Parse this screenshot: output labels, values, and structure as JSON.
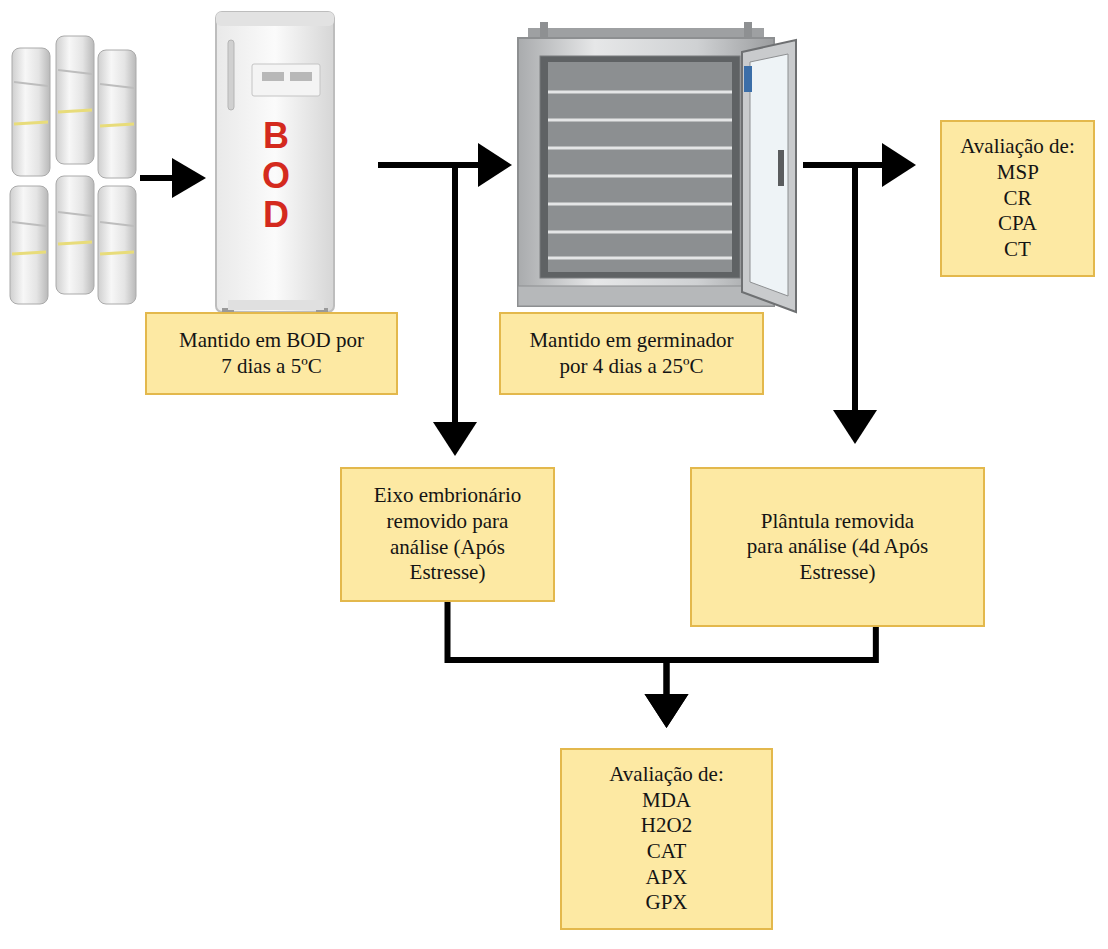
{
  "diagram": {
    "nodes": [
      {
        "text": [
          "Mantido em BOD por 7 dias a 5ºC"
        ]
      },
      {
        "text": [
          "Mantido em germinador por 4 dias a 25ºC"
        ]
      },
      {
        "text": [
          "Avaliação de:",
          "MSP CR CPA CT"
        ]
      },
      {
        "text": [
          "Eixo embrionário removido para análise (Após Estresse)"
        ]
      },
      {
        "text": [
          "Plântula removida para análise (4d Após Estresse)"
        ]
      },
      {
        "text": [
          "Avaliação de:",
          "MDA H2O2 CAT APX GPX"
        ]
      }
    ],
    "edges": [
      {
        "from": 3,
        "to": 5,
        "arrow": "to"
      },
      {
        "from": 4,
        "to": 5,
        "arrow": "to"
      }
    ],
    "labels": [
      "BOD"
    ]
  }
}
